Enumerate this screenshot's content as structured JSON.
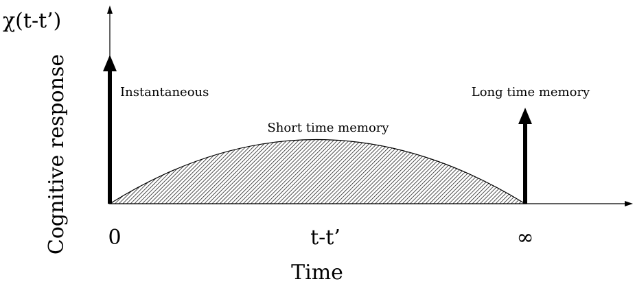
{
  "chart_data": {
    "type": "diagram",
    "y_axis_symbol": "χ(t-t’)",
    "ylabel": "Cognitive response",
    "xlabel": "Time",
    "x_ticks": [
      "0",
      "t-t’",
      "∞"
    ],
    "annotations": {
      "instantaneous": "Instantaneous",
      "short_memory": "Short time memory",
      "long_memory": "Long time memory"
    },
    "elements": [
      {
        "kind": "impulse",
        "at": "0",
        "label": "Instantaneous"
      },
      {
        "kind": "hump",
        "from": "0",
        "peak": "t-t’",
        "to": "∞",
        "label": "Short time memory",
        "fill": "hatched"
      },
      {
        "kind": "impulse",
        "at": "∞",
        "label": "Long time memory"
      }
    ]
  }
}
